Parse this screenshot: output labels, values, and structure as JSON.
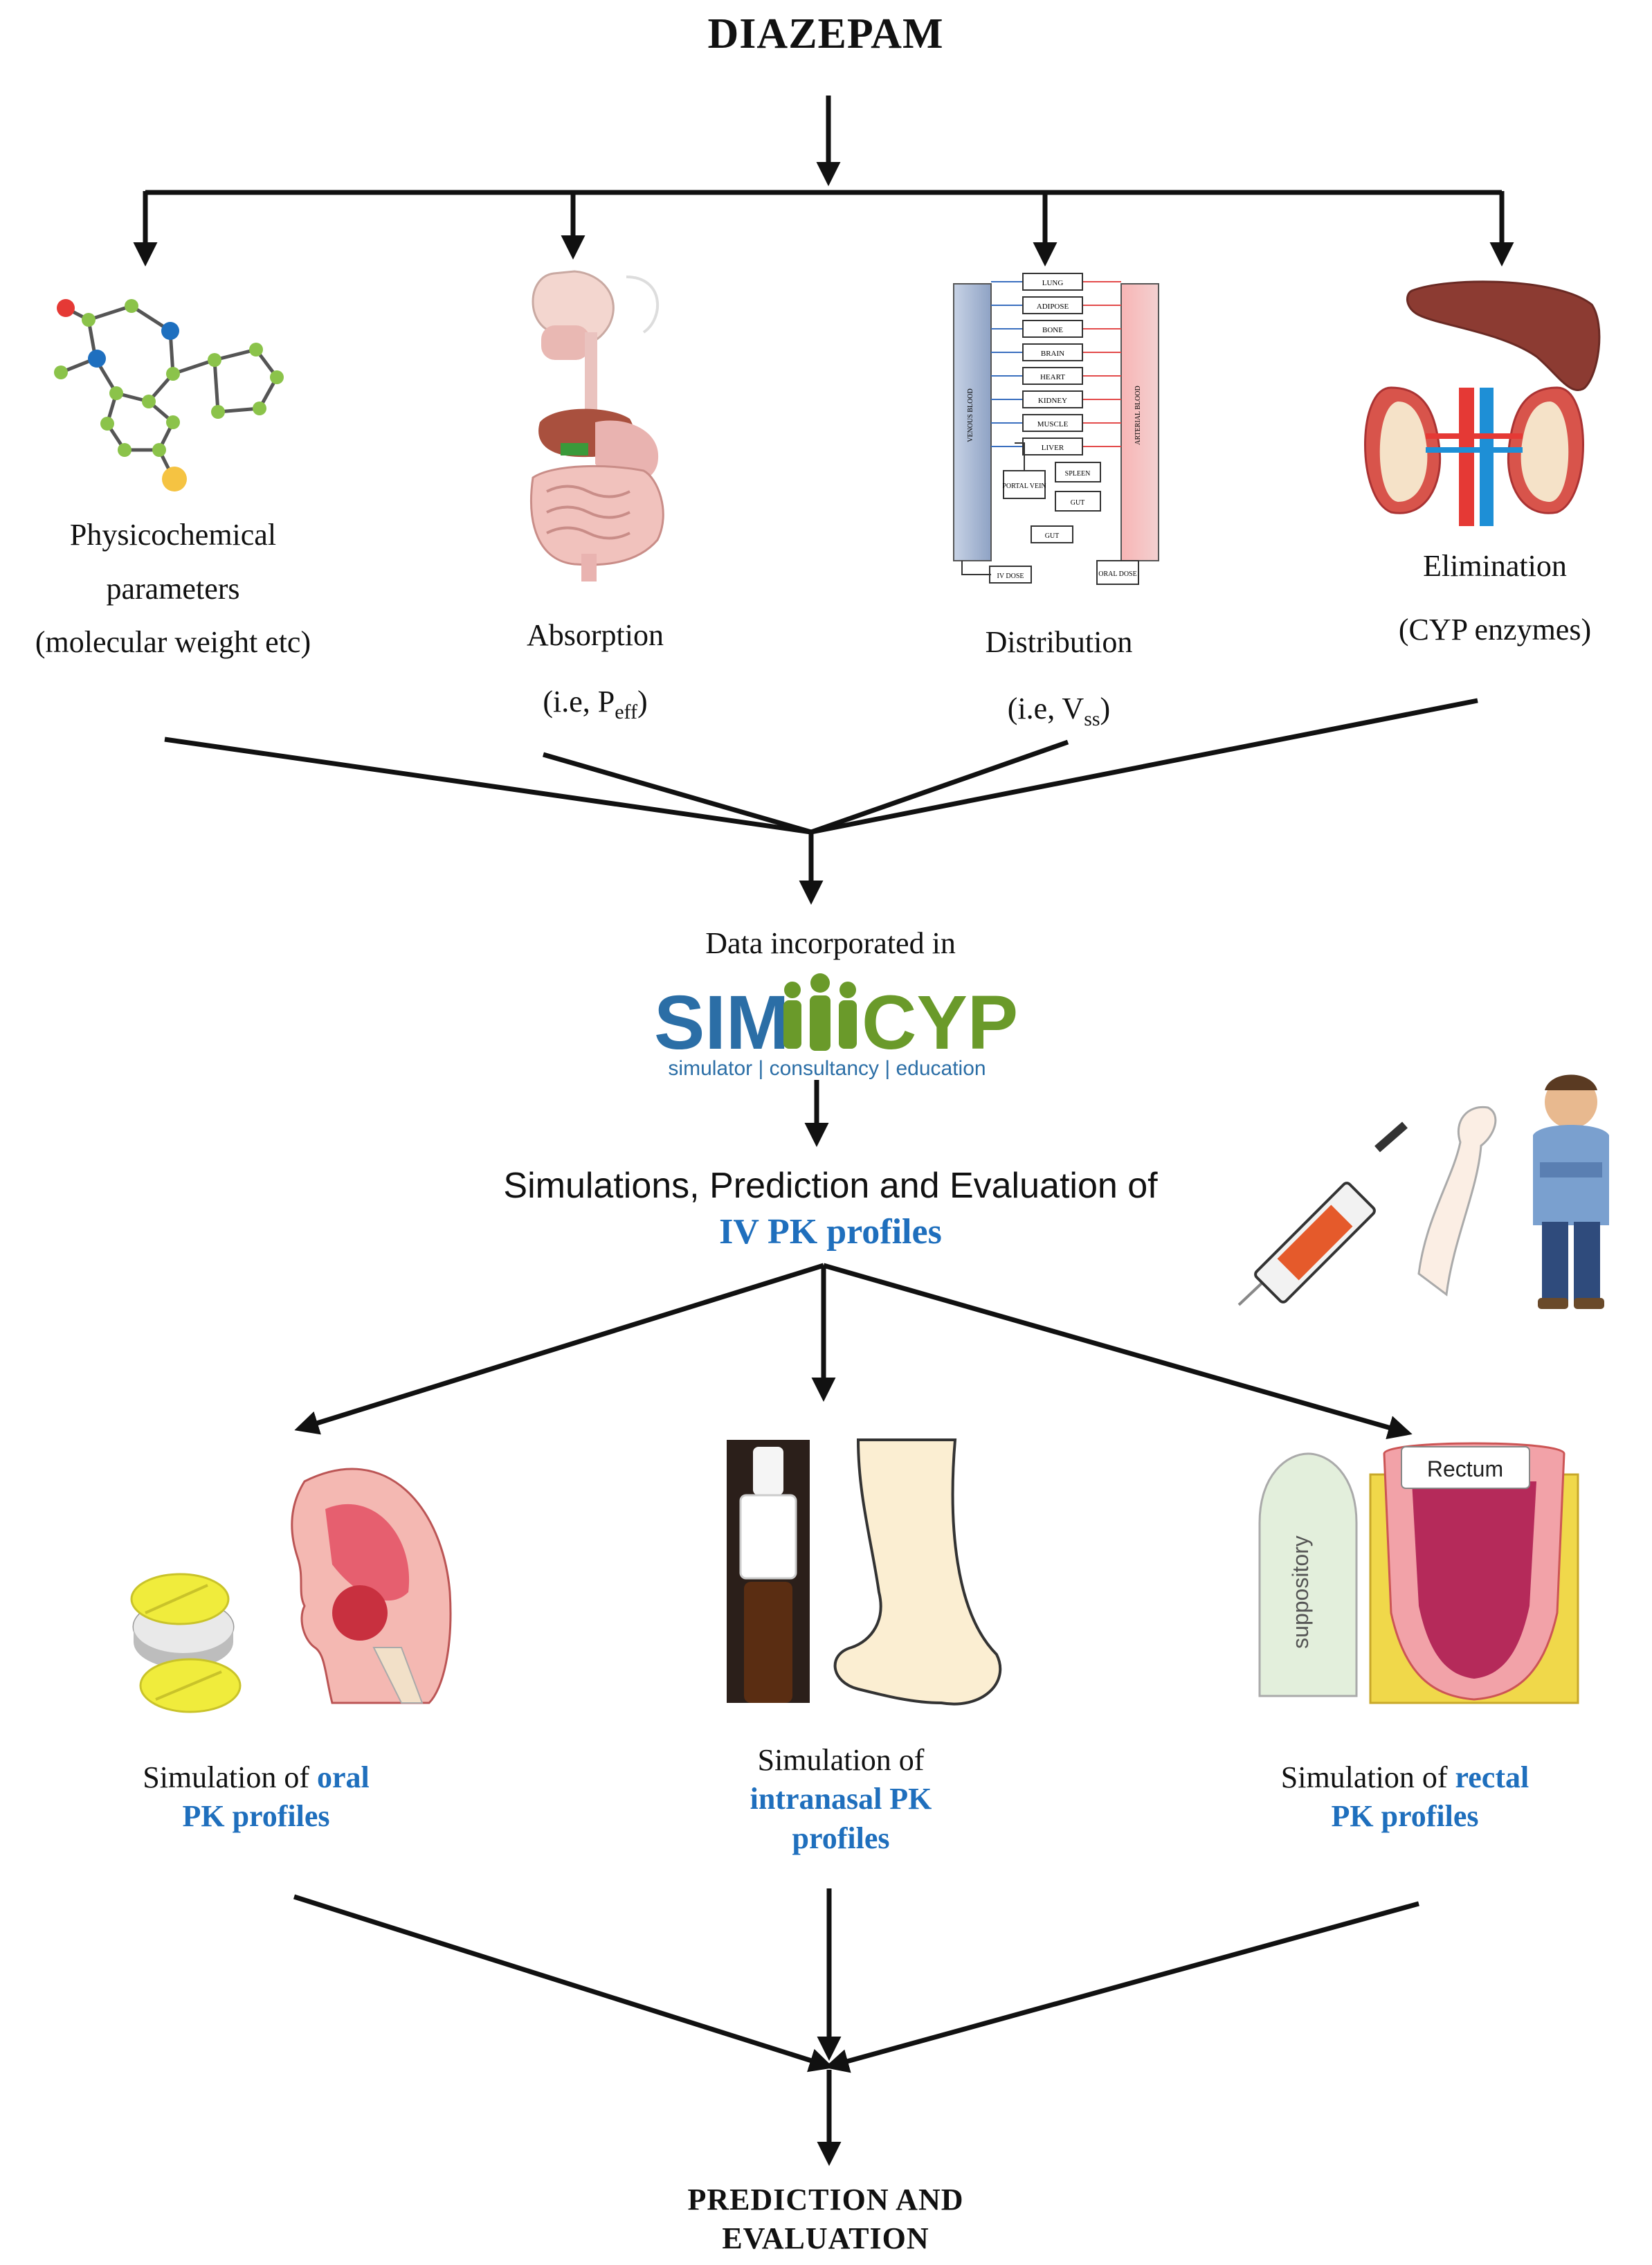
{
  "title": "DIAZEPAM",
  "inputs": {
    "physchem": {
      "line1": "Physicochemical",
      "line2": "parameters",
      "line3": "(molecular weight etc)"
    },
    "absorption": {
      "line1": "Absorption",
      "prefix": "(i.e, P",
      "sub": "eff",
      "suffix": ")"
    },
    "distribution": {
      "line1": "Distribution",
      "prefix": "(i.e, V",
      "sub": "ss",
      "suffix": ")",
      "venous": "VENOUS BLOOD",
      "arterial": "ARTERIAL BLOOD",
      "organs": [
        "LUNG",
        "ADIPOSE",
        "BONE",
        "BRAIN",
        "HEART",
        "KIDNEY",
        "MUSCLE",
        "LIVER"
      ],
      "portal": "PORTAL VEIN",
      "spleen": "SPLEEN",
      "gut": "GUT",
      "skin": "GUT",
      "iv_dose": "IV DOSE",
      "oral_dose": "ORAL DOSE"
    },
    "elimination": {
      "line1": "Elimination",
      "line2": "(CYP enzymes)"
    }
  },
  "incorporated": "Data incorporated in",
  "simcyp": {
    "sim": "SIM",
    "cyp": "CYP",
    "tagline": "simulator | consultancy | education"
  },
  "sim_eval": {
    "line1": "Simulations, Prediction and Evaluation of",
    "line2": "IV PK profiles"
  },
  "routes": {
    "oral": {
      "prefix": "Simulation of ",
      "highlight": "oral",
      "line2": "PK profiles"
    },
    "intranasal": {
      "line1": "Simulation of",
      "line2": "intranasal PK",
      "line3": "profiles"
    },
    "rectal": {
      "prefix": "Simulation of ",
      "highlight": "rectal",
      "line2": "PK profiles",
      "rectum": "Rectum",
      "suppository": "suppository"
    }
  },
  "final": {
    "line1": "PREDICTION AND",
    "line2": "EVALUATION"
  },
  "colors": {
    "accent_blue": "#1f6fbd",
    "simcyp_blue": "#2b6ea6",
    "simcyp_green": "#6a9a2a",
    "atom_green": "#8bc34a",
    "atom_blue": "#1e6fbf",
    "atom_red": "#e53935",
    "atom_yellow": "#f5c342"
  }
}
